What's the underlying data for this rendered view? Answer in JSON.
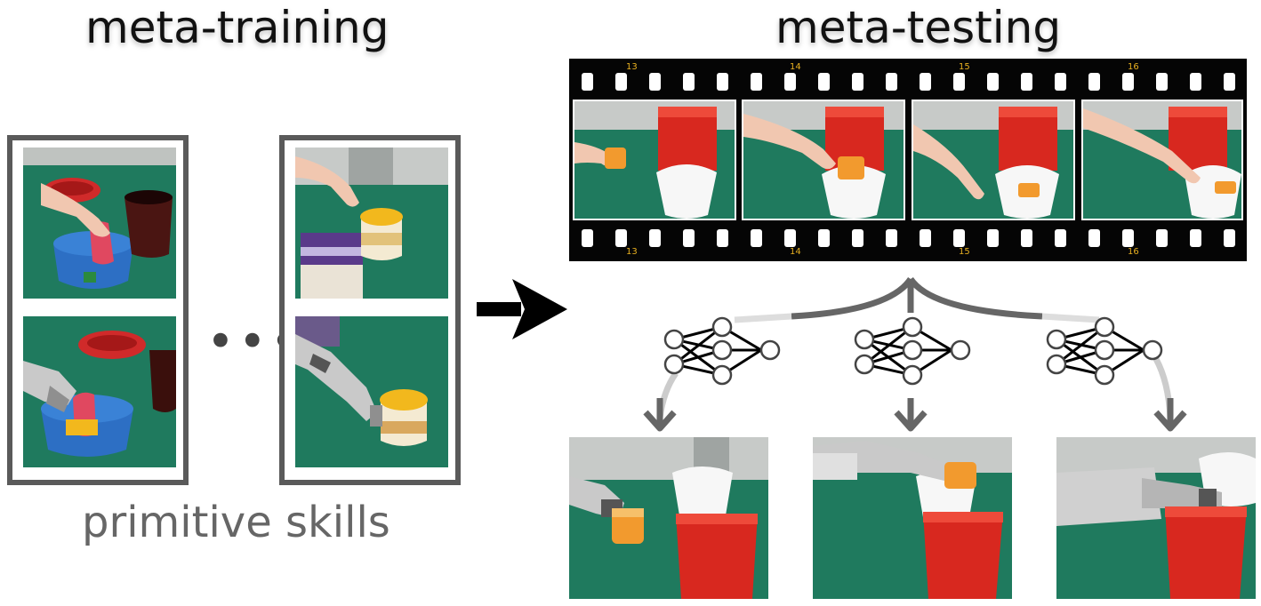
{
  "titles": {
    "left": "meta-training",
    "right": "meta-testing"
  },
  "caption": "primitive skills",
  "ellipsis": "•••",
  "film_frame_numbers": [
    "13",
    "14",
    "15",
    "16"
  ],
  "colors": {
    "panel_border": "#5a5a5a",
    "table_green": "#1f7a5e",
    "basket_red": "#d8281f",
    "bowl_blue": "#2d6fc4",
    "jar_yellow": "#f2b81d",
    "robot_gray": "#c9c9c9",
    "film_black": "#050505",
    "arrow_black": "#000000",
    "net_arrow_gray": "#666666"
  },
  "icons": [
    "right-arrow-icon",
    "neural-network-icon",
    "down-arrow-icon"
  ]
}
